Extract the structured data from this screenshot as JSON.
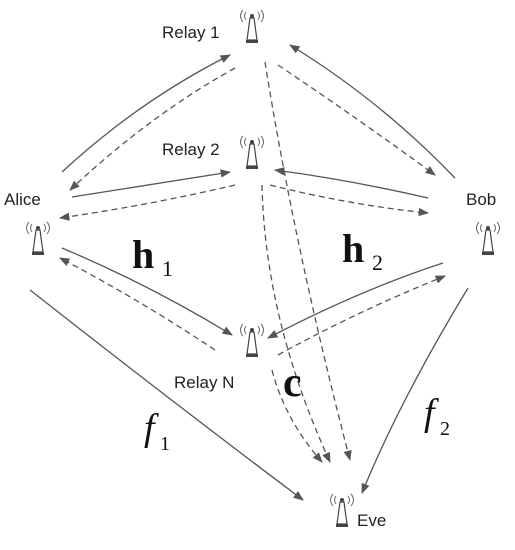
{
  "nodes": {
    "relay1": "Relay 1",
    "relay2": "Relay 2",
    "relayN": "Relay N",
    "alice": "Alice",
    "bob": "Bob",
    "eve": "Eve"
  },
  "channels": {
    "h1_base": "h",
    "h1_sub": "1",
    "h2_base": "h",
    "h2_sub": "2",
    "c": "c",
    "f1_base": "f",
    "f1_sub": "1",
    "f2_base": "f",
    "f2_sub": "2"
  }
}
